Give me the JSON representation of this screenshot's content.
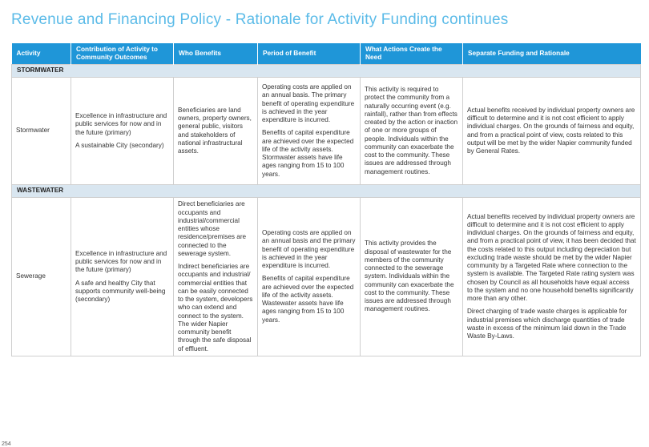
{
  "document": {
    "title": "Revenue and Financing Policy - Rationale for Activity Funding continues",
    "page_number": "254"
  },
  "table": {
    "headers": [
      "Activity",
      "Contribution of Activity to Community Outcomes",
      "Who Benefits",
      "Period of Benefit",
      "What Actions Create the Need",
      "Separate Funding and Rationale"
    ],
    "sections": [
      {
        "name": "STORMWATER",
        "activity": "Stormwater",
        "contribution": [
          "Excellence in infrastructure and public services for now and in the future (primary)",
          "A sustainable City (secondary)"
        ],
        "who_benefits": [
          "Beneficiaries are land owners, property owners, general public, visitors and stakeholders of national infrastructural assets."
        ],
        "period": [
          "Operating costs are applied on an annual basis. The primary benefit of operating expenditure is achieved in the year expenditure is incurred.",
          "Benefits of capital expenditure are achieved over the expected life of the activity assets. Stormwater assets have life ages ranging from 15 to 100 years."
        ],
        "actions": [
          "This activity is required to protect the community from a naturally occurring event (e.g. rainfall), rather than from effects created by the action or inaction of one or more groups of people. Individuals within the community can exacerbate the cost to the community. These issues are addressed through management routines."
        ],
        "funding": [
          "Actual benefits received by individual property owners are difficult to determine and it is not cost efficient to apply individual charges. On the grounds of fairness and equity, and from a practical point of view, costs related to this output will be met by the wider Napier community funded by General Rates."
        ]
      },
      {
        "name": "WASTEWATER",
        "activity": "Sewerage",
        "contribution": [
          "Excellence in infrastructure and public services for now and in the future (primary)",
          "A safe and healthy City that supports community well-being (secondary)"
        ],
        "who_benefits": [
          "Direct beneficiaries are occupants and industrial/commercial entities whose residence/premises are connected to the sewerage system.",
          "Indirect beneficiaries are occupants and industrial/ commercial entities that can be easily connected to the system, developers who can extend and connect to the system. The wider Napier community benefit through the safe disposal of effluent."
        ],
        "period": [
          "Operating costs are applied on an annual basis and the primary benefit of operating expenditure is achieved in the year expenditure is incurred.",
          "Benefits of capital expenditure are achieved over the expected life of the activity assets. Wastewater assets have life ages ranging from 15 to 100 years."
        ],
        "actions": [
          "This activity provides the disposal of wastewater for the members of the community connected to the sewerage system. Individuals within the community can exacerbate the cost to the community. These issues are addressed through management routines."
        ],
        "funding": [
          "Actual benefits received by individual property owners are difficult to determine and it is not cost efficient to apply individual charges. On the grounds of fairness and equity, and from a practical point of view, it has been decided that the costs related to this output including depreciation but excluding trade waste should be met by the wider Napier community by a Targeted Rate where connection to the system is available. The Targeted Rate rating system was chosen by Council as all households have equal access to the system and no one household benefits significantly more than any other.",
          "Direct charging of trade waste charges is applicable for industrial premises which discharge quantities of trade waste in excess of the minimum laid down in the Trade Waste By-Laws."
        ]
      }
    ]
  }
}
